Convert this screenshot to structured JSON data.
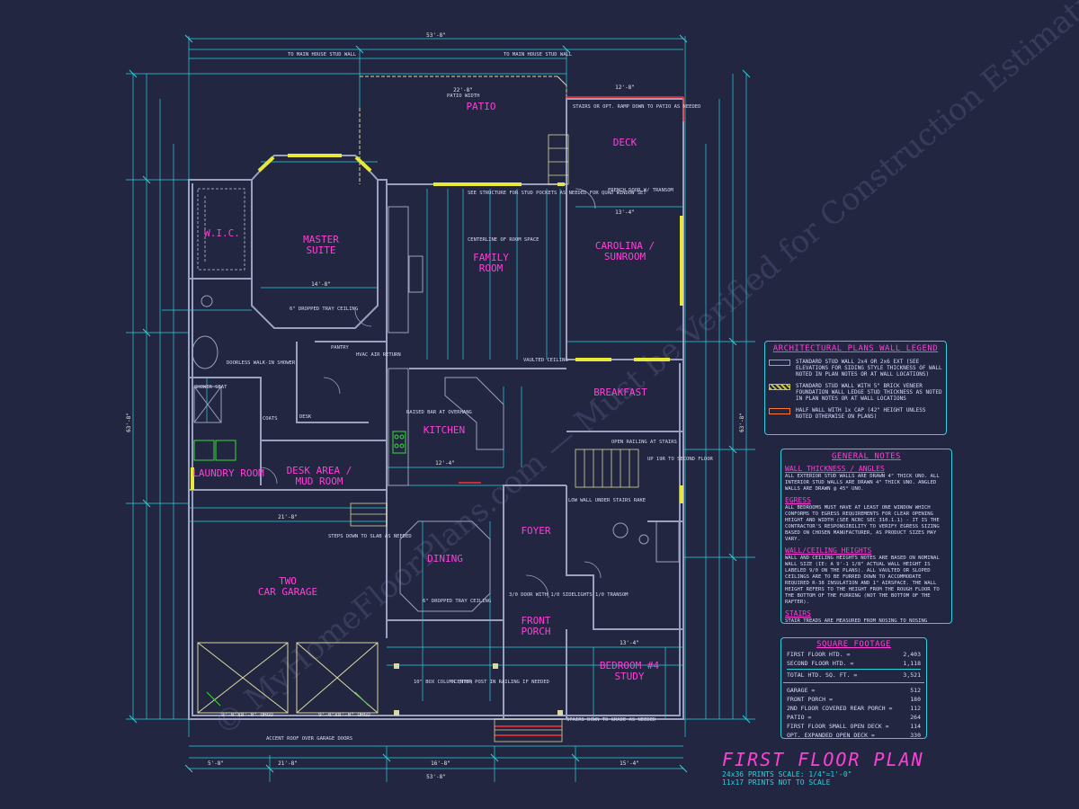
{
  "plan_title": "FIRST FLOOR PLAN",
  "scale_line": "24x36 PRINTS SCALE: 1/4\"=1'-0\"",
  "print_note": "11x17 PRINTS NOT TO SCALE",
  "watermark": "© MyHomeFloorPlans.com — Must be Verified for Construction Estimations",
  "rooms": {
    "patio": "PATIO",
    "deck": "DECK",
    "master_line1": "MASTER",
    "master_line2": "SUITE",
    "wic": "W.I.C.",
    "family_line1": "FAMILY",
    "family_line2": "ROOM",
    "sunroom_line1": "CAROLINA /",
    "sunroom_line2": "SUNROOM",
    "breakfast": "BREAKFAST",
    "kitchen": "KITCHEN",
    "laundry": "LAUNDRY ROOM",
    "desk_line1": "DESK AREA /",
    "desk_line2": "MUD ROOM",
    "garage_line1": "TWO",
    "garage_line2": "CAR GARAGE",
    "dining": "DINING",
    "foyer": "FOYER",
    "porch_line1": "FRONT",
    "porch_line2": "PORCH",
    "bedroom_line1": "BEDROOM #4",
    "bedroom_line2": "STUDY"
  },
  "annotations": {
    "pantry": "PANTRY",
    "coats": "COATS",
    "desk": "DESK",
    "hvac": "HVAC AIR RETURN",
    "dropped_ceiling_master": "6\" DROPPED TRAY CEILING",
    "dropped_ceiling_dining": "6\" DROPPED TRAY CEILING",
    "raised_bar": "RAISED BAR AT OVERHANG",
    "open_railing": "OPEN RAILING AT STAIRS",
    "up_stairs": "UP 19R TO SECOND FLOOR",
    "stairs_grade": "STAIRS DOWN TO GRADE AS NEEDED",
    "stairs_patio": "STAIRS OR OPT. RAMP DOWN TO PATIO AS NEEDED",
    "steps_slab": "STEPS DOWN TO SLAB AS NEEDED",
    "box_column": "10\" BOX COLUMN (TYP)",
    "center_post": "CENTER POST IN RAILING IF NEEDED",
    "accent_roof": "ACCENT ROOF OVER GARAGE DOORS",
    "doorless_shower": "DOORLESS WALK-IN SHOWER",
    "shower_seat": "SHOWER SEAT",
    "french_door": "FRENCH DOOR W/ TRANSOM",
    "vaulted_ceiling": "VAULTED CEILING",
    "to_main_house": "TO MAIN HOUSE STUD WALL",
    "patio_width": "PATIO WIDTH",
    "see_structure": "SEE STRUCTURE FOR STUD POCKETS AS NEEDED FOR QUAD WINDOW SET",
    "centerline": "CENTERLINE OF ROOM SPACE",
    "low_wall": "LOW WALL UNDER STAIRS RAKE",
    "door_transom": "3/0 DOOR WITH 1/0 SIDELIGHTS 1/0 TRANSOM"
  },
  "dimensions": {
    "overall_top": "53'-8\"",
    "overall_bottom": "53'-8\"",
    "overall_left": "63'-8\"",
    "overall_right": "63'-8\"",
    "patio": "22'-8\"",
    "deck": "12'-8\"",
    "sunroom": "13'-4\"",
    "master": "14'-8\"",
    "garage": "21'-8\"",
    "dining": "12'-4\"",
    "bedroom": "13'-4\"",
    "garage_door_1": "9'-0\"x8'-0\" OHGD",
    "garage_door_2": "9'-0\"x8'-0\" OHGD",
    "bottom_1": "5'-8\"",
    "bottom_2": "21'-8\"",
    "bottom_3": "16'-8\"",
    "bottom_4": "15'-4\""
  },
  "legend": {
    "title": "ARCHITECTURAL PLANS WALL LEGEND",
    "items": [
      {
        "text": "STANDARD STUD WALL 2x4 OR 2x6 EXT (SEE ELEVATIONS FOR SIDING STYLE THICKNESS OF WALL NOTED IN PLAN NOTES OR AT WALL LOCATIONS)",
        "color": "#9aa0c0"
      },
      {
        "text": "STANDARD STUD WALL WITH 5\" BRICK VENEER FOUNDATION WALL LEDGE STUD THICKNESS AS NOTED IN PLAN NOTES OR AT WALL LOCATIONS",
        "color": "#c9c63a"
      },
      {
        "text": "HALF WALL WITH 1x CAP (42\" HEIGHT UNLESS NOTED OTHERWISE ON PLANS)",
        "color": "#ff7a2a"
      }
    ]
  },
  "general_notes": {
    "title": "GENERAL NOTES",
    "sections": [
      {
        "heading": "WALL THICKNESS / ANGLES",
        "text": "ALL EXTERIOR STUD WALLS ARE DRAWN 4\" THICK UNO. ALL INTERIOR STUD WALLS ARE DRAWN 4\" THICK UNO. ANGLED WALLS ARE DRAWN @ 45° UNO."
      },
      {
        "heading": "EGRESS",
        "text": "ALL BEDROOMS MUST HAVE AT LEAST ONE WINDOW WHICH CONFORMS TO EGRESS REQUIREMENTS FOR CLEAR OPENING HEIGHT AND WIDTH (SEE NCRC SEC 310.1.1) - IT IS THE CONTRACTOR'S RESPONSIBILITY TO VERIFY EGRESS SIZING BASED ON CHOSEN MANUFACTURER, AS PRODUCT SIZES MAY VARY."
      },
      {
        "heading": "WALL/CEILING HEIGHTS",
        "text": "WALL AND CEILING HEIGHTS NOTES ARE BASED ON NOMINAL WALL SIZE (IE: A 9'-1 1/8\" ACTUAL WALL HEIGHT IS LABELED 9/0 ON THE PLANS). ALL VAULTED OR SLOPED CEILINGS ARE TO BE FURRED DOWN TO ACCOMMODATE REQUIRED R-38 INSULATION AND 1\" AIRSPACE. THE WALL HEIGHT REFERS TO THE HEIGHT FROM THE ROUGH FLOOR TO THE BOTTOM OF THE FURRING (NOT THE BOTTOM OF THE RAFTER)."
      },
      {
        "heading": "STAIRS",
        "text": "STAIR TREADS ARE MEASURED FROM NOSING TO NOSING (NVN)."
      }
    ]
  },
  "square_footage": {
    "title": "SQUARE FOOTAGE",
    "heated": [
      {
        "label": "FIRST FLOOR HTD. =",
        "value": "2,403"
      },
      {
        "label": "SECOND FLOOR HTD. =",
        "value": "1,118"
      }
    ],
    "total": {
      "label": "TOTAL HTD. SQ. FT. =",
      "value": "3,521"
    },
    "unheated": [
      {
        "label": "GARAGE =",
        "value": "512"
      },
      {
        "label": "FRONT PORCH =",
        "value": "180"
      },
      {
        "label": "2ND FLOOR COVERED REAR PORCH =",
        "value": "112"
      },
      {
        "label": "PATIO =",
        "value": "264"
      },
      {
        "label": "FIRST FLOOR SMALL OPEN DECK =",
        "value": "114"
      },
      {
        "label": "OPT. EXPANDED OPEN DECK =",
        "value": "330"
      }
    ]
  },
  "colors": {
    "background": "#232640",
    "dimension": "#27d3e0",
    "room_label": "#ff3fd8",
    "wall": "#9aa0c0",
    "window": "#e8e83a",
    "note": "#e8e83a",
    "fixture": "#3adc3a",
    "red": "#ff3030"
  }
}
